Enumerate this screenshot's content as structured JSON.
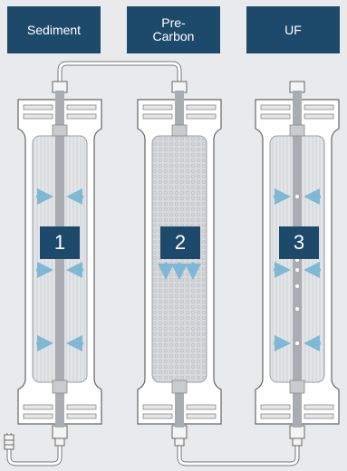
{
  "stages": [
    {
      "label": "Sediment",
      "number": "1"
    },
    {
      "label": "Pre-\nCarbon",
      "number": "2"
    },
    {
      "label": "UF",
      "number": "3"
    }
  ],
  "colors": {
    "label_bg": "#1d4a6b",
    "background": "#e9eaeb",
    "arrow": "#7fb8d4",
    "housing": "#ffffff",
    "outline": "#666666"
  }
}
